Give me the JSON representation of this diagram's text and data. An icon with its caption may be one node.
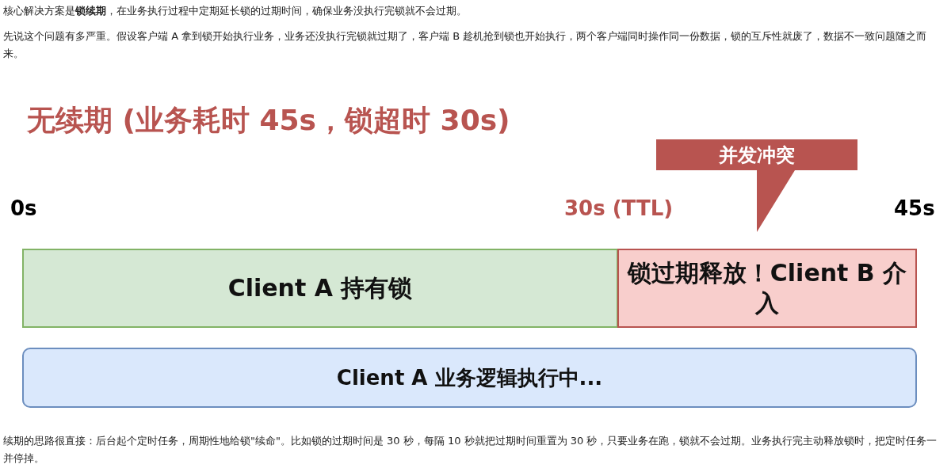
{
  "diagram": {
    "title": "无续期 (业务耗时 45s，锁超时 30s)",
    "nodes": [
      {
        "text": [
          "Client A 持有锁"
        ]
      },
      {
        "text": [
          "锁过期释放！Client B 介入"
        ]
      },
      {
        "text": [
          "Client A 业务逻辑执行中..."
        ]
      },
      {
        "text": [
          "并发冲突"
        ]
      }
    ],
    "edges": [],
    "labels": [
      "核心解决方案是**锁续期**，在业务执行过程中定期延长锁的过期时间，确保业务没执行完锁就不会过期。",
      "先说这个问题有多严重。假设客户端 A 拿到锁开始执行业务，业务还没执行完锁就过期了，客户端 B 趁机抢到锁也开始执行，两个客户端同时操作同一份数据，锁的互斥性就废了，数据不一致问题随之而来。",
      "0s",
      "30s (TTL)",
      "45s",
      "续期的思路很直接：后台起个定时任务，周期性地给锁\"续命\"。比如锁的过期时间是 30 秒，每隔 10 秒就把过期时间重置为 30 秒，只要业务在跑，锁就不会过期。业务执行完主动释放锁时，把定时任务一并停掉。"
    ]
  }
}
